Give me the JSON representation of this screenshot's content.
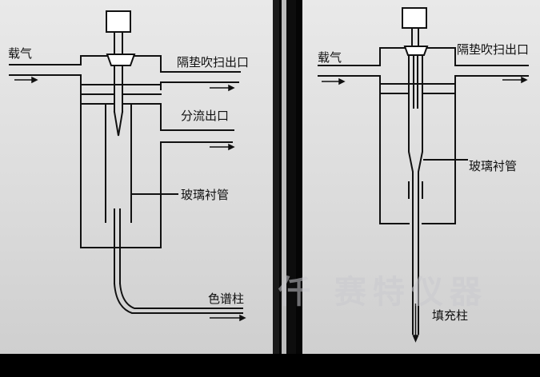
{
  "left_diagram": {
    "labels": {
      "carrier_gas": "载气",
      "septum_purge_outlet": "隔垫吹扫出口",
      "split_outlet": "分流出口",
      "glass_liner": "玻璃衬管",
      "chromatographic_column": "色谱柱"
    }
  },
  "right_diagram": {
    "labels": {
      "carrier_gas": "载气",
      "septum_purge_outlet": "隔垫吹扫出口",
      "glass_liner": "玻璃衬管",
      "packed_column": "填充柱"
    }
  },
  "watermark": {
    "text": "仟 赛特仪器"
  },
  "colors": {
    "line": "#111111",
    "paper": "#e2e2e2",
    "background": "#000000"
  }
}
